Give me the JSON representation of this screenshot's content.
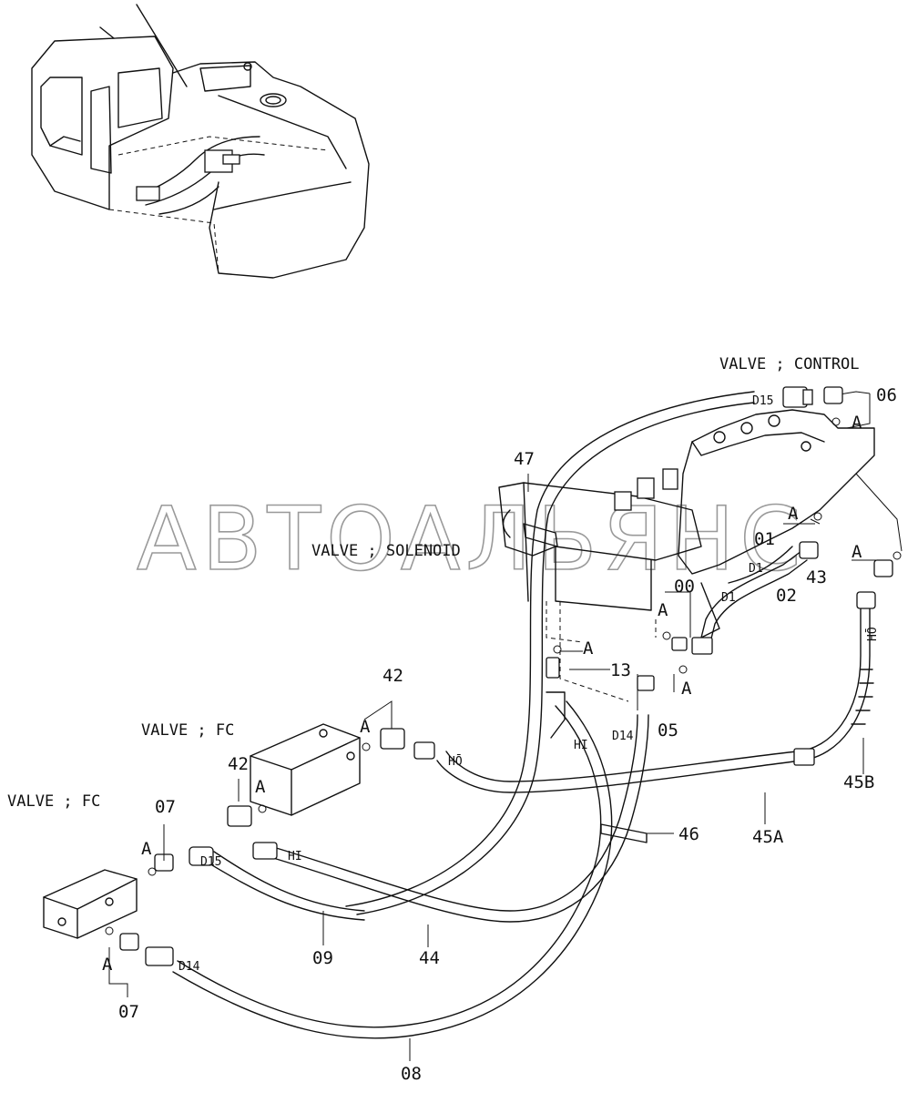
{
  "watermark": "АВТОАЛЬЯНС",
  "components": {
    "valve_control": "VALVE ; CONTROL",
    "valve_solenoid": "VALVE ; SOLENOID",
    "valve_fc_upper": "VALVE ; FC",
    "valve_fc_lower": "VALVE ; FC"
  },
  "part_numbers": {
    "p00": "00",
    "p01": "01",
    "p02": "02",
    "p05": "05",
    "p06": "06",
    "p07_top": "07",
    "p07_bottom": "07",
    "p08": "08",
    "p09": "09",
    "p13": "13",
    "p42_top": "42",
    "p42_left": "42",
    "p43": "43",
    "p44": "44",
    "p45A": "45A",
    "p45B": "45B",
    "p46": "46",
    "p47": "47"
  },
  "port_marks": {
    "d15_top": "D15",
    "d1_upper": "D1",
    "d1_lower": "D1",
    "d14_mid": "D14",
    "d15_left": "D15",
    "d14_bottom": "D14",
    "ho_right": "HŌ",
    "ho_mid": "HŌ",
    "hi_mid": "HI",
    "hi_left": "HI"
  },
  "detail_marks": {
    "a1": "A",
    "a2": "A",
    "a3": "A",
    "a4": "A",
    "a5": "A",
    "a6": "A",
    "a7": "A",
    "a8": "A",
    "a9": "A",
    "a10": "A",
    "a11": "A"
  }
}
